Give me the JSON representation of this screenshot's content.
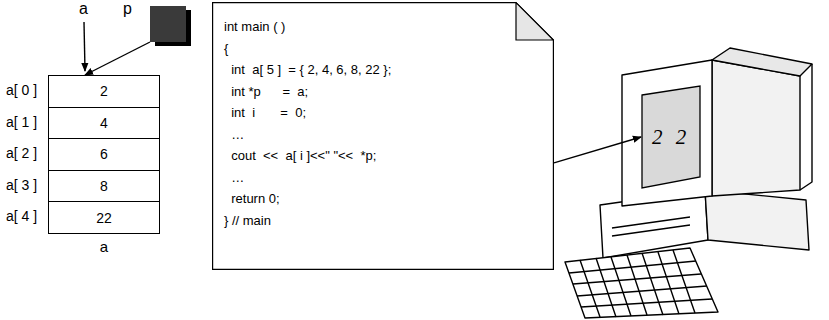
{
  "diagram": {
    "nodes": [
      {
        "text": [
          "p"
        ]
      },
      {
        "text": [
          "a"
        ]
      },
      {
        "text": [
          "2"
        ],
        "in": 1
      },
      {
        "text": [
          "4"
        ],
        "in": 1
      },
      {
        "text": [
          "6"
        ],
        "in": 1
      },
      {
        "text": [
          "8"
        ],
        "in": 1
      },
      {
        "text": [
          "22"
        ],
        "in": 1
      },
      {
        "text": [
          "int main ( )",
          "{",
          "  int  a[ 5 ]  = { 2, 4, 6, 8, 22 };",
          "  int *p      =  a;",
          "  int  i       =  0;",
          "  …",
          "  cout  <<  a[ i ]<<\" \"<<  *p;",
          "  …",
          "  return 0;",
          "} // main"
        ]
      },
      {
        "text": [
          "2 2"
        ]
      }
    ],
    "edges": [
      {
        "from": 0,
        "to": 2,
        "arrow": "to"
      },
      {
        "from": 7,
        "to": 8,
        "arrow": "to"
      }
    ],
    "labels": [
      "a",
      "a[ 0 ]",
      "a[ 1 ]",
      "a[ 2 ]",
      "a[ 3 ]",
      "a[ 4 ]"
    ]
  }
}
